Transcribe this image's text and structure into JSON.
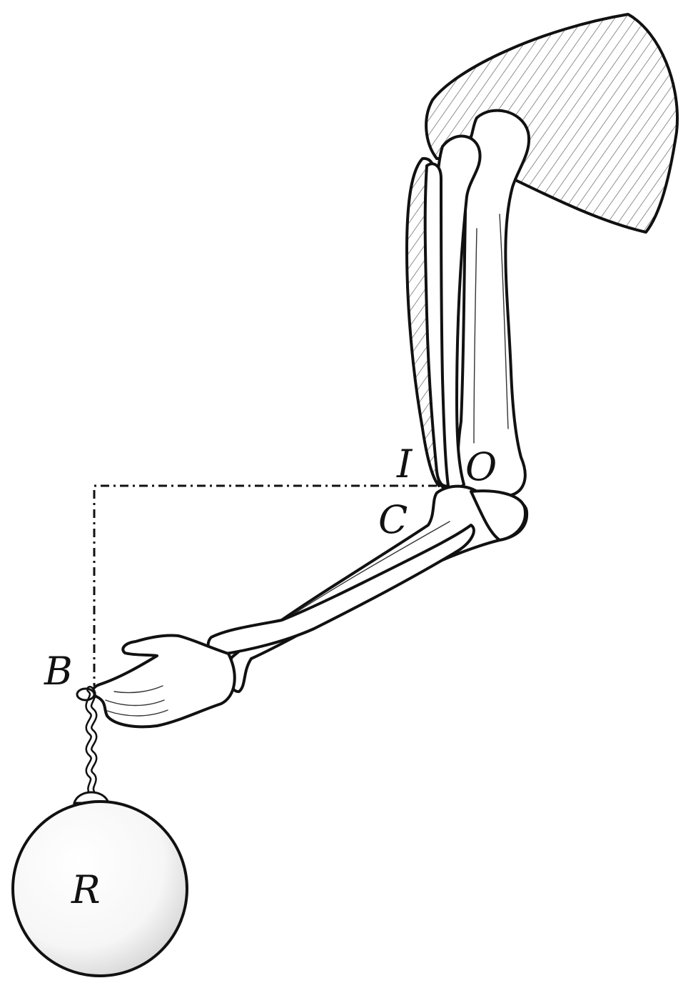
{
  "labels": {
    "insertion": "I",
    "origin": "O",
    "elbow": "C",
    "hand_point": "B",
    "load": "R"
  },
  "colors": {
    "ink": "#111111",
    "background": "#ffffff",
    "hatch": "#555555"
  }
}
